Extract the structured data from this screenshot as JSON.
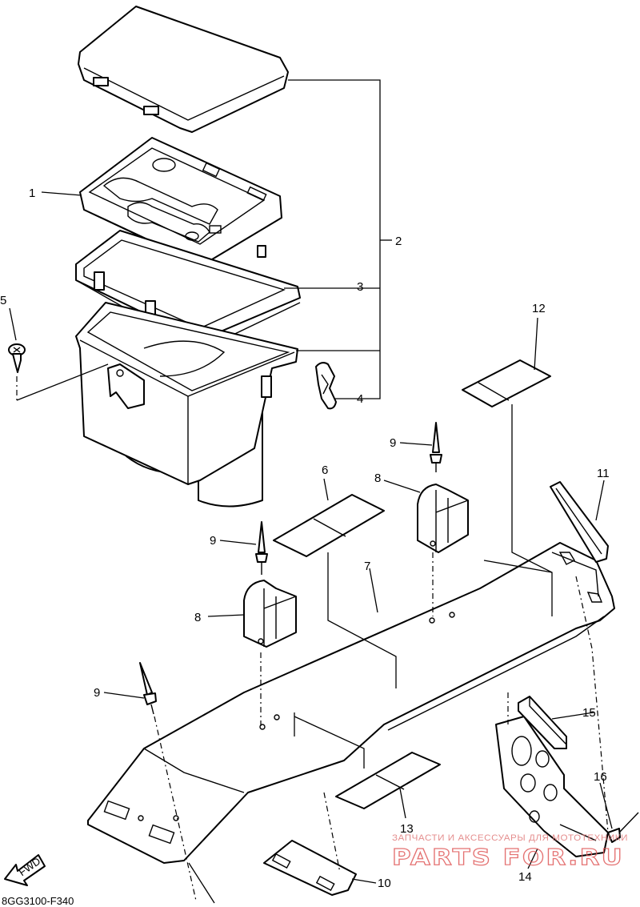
{
  "callouts": {
    "c1": "1",
    "c2": "2",
    "c3": "3",
    "c4": "4",
    "c5": "5",
    "c6": "6",
    "c7": "7",
    "c8a": "8",
    "c8b": "8",
    "c9a": "9",
    "c9b": "9",
    "c9c": "9",
    "c10": "10",
    "c11": "11",
    "c12": "12",
    "c13": "13",
    "c14": "14",
    "c15": "15",
    "c16": "16"
  },
  "fwd_label": "FWD",
  "diagram_code": "8GG3100-F340",
  "watermark": {
    "tagline": "ЗАПЧАСТИ И АКСЕССУАРЫ ДЛЯ МОТОТЕХНИКИ",
    "logo": "PARTS FOR.RU"
  }
}
